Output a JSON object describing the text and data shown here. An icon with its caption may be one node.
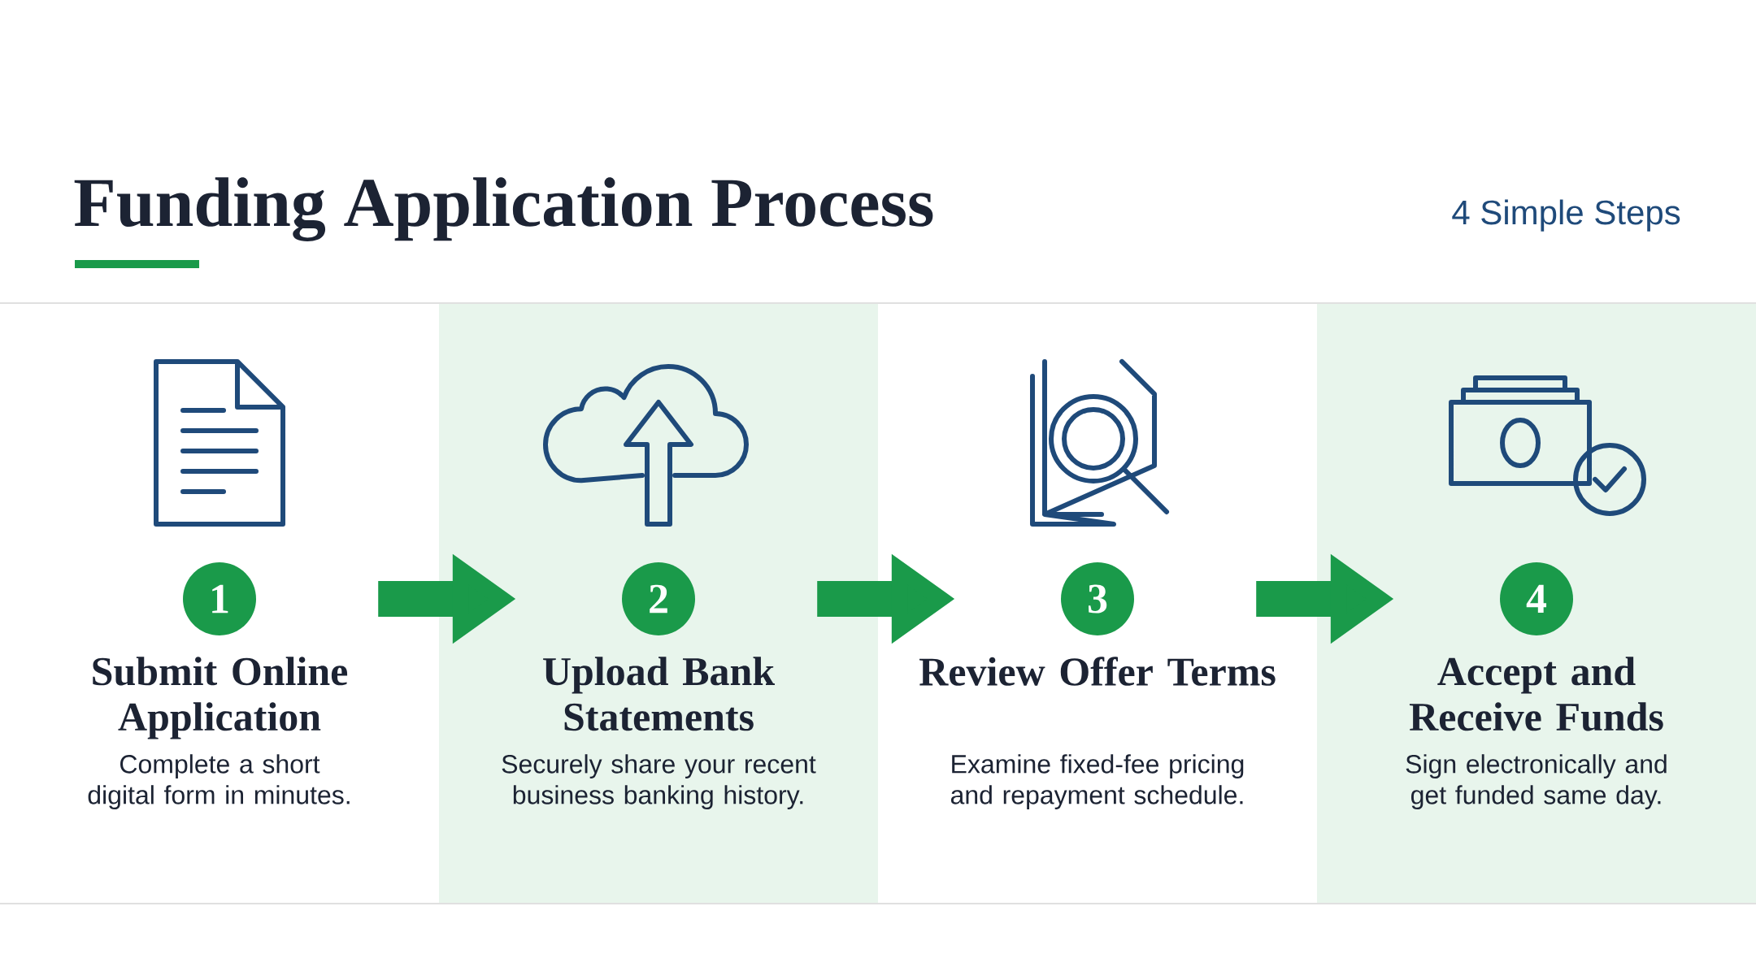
{
  "diagram": {
    "title": "Funding Application Process",
    "nodes": [
      {
        "text": [
          "1"
        ],
        "beside": [
          "Submit Online Application",
          "Complete a short digital form in minutes."
        ]
      },
      {
        "text": [
          "2"
        ],
        "beside": [
          "Upload Bank Statements",
          "Securely share your recent business banking history."
        ]
      },
      {
        "text": [
          "3"
        ],
        "beside": [
          "Review Offer Terms",
          "Examine fixed-fee pricing and repayment schedule."
        ]
      },
      {
        "text": [
          "4"
        ],
        "beside": [
          "Accept and Receive Funds",
          "Sign electronically and get funded same day."
        ]
      }
    ],
    "edges": [
      {
        "from": 0,
        "to": 1,
        "arrow": "to"
      },
      {
        "from": 1,
        "to": 2,
        "arrow": "to"
      },
      {
        "from": 2,
        "to": 3,
        "arrow": "to"
      }
    ],
    "labels": [
      "4 Simple Steps"
    ]
  }
}
